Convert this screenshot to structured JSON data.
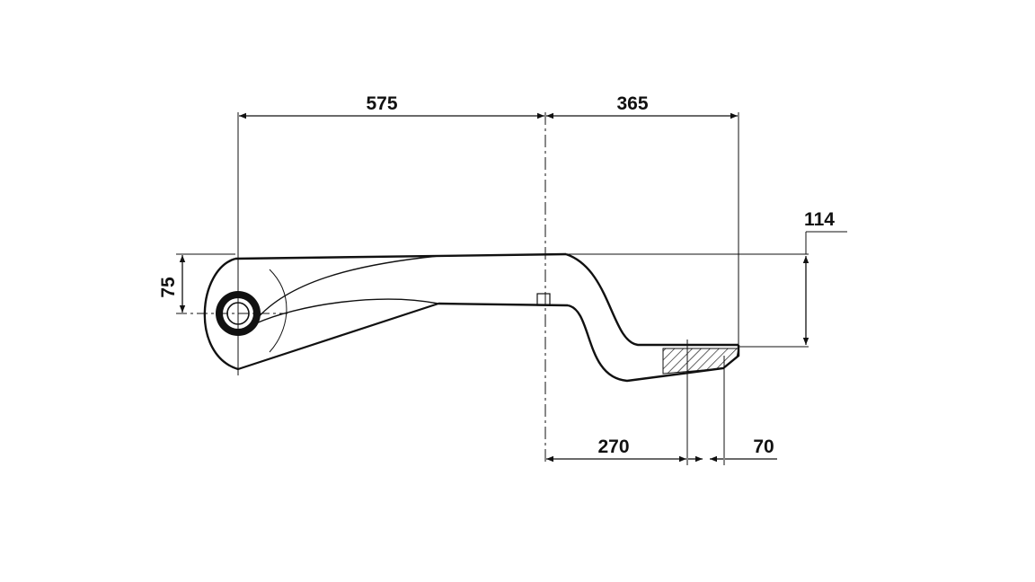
{
  "dimensions": {
    "d575": "575",
    "d365": "365",
    "d114": "114",
    "d75": "75",
    "d270": "270",
    "d70": "70"
  },
  "colors": {
    "line": "#111111",
    "background": "#ffffff"
  }
}
